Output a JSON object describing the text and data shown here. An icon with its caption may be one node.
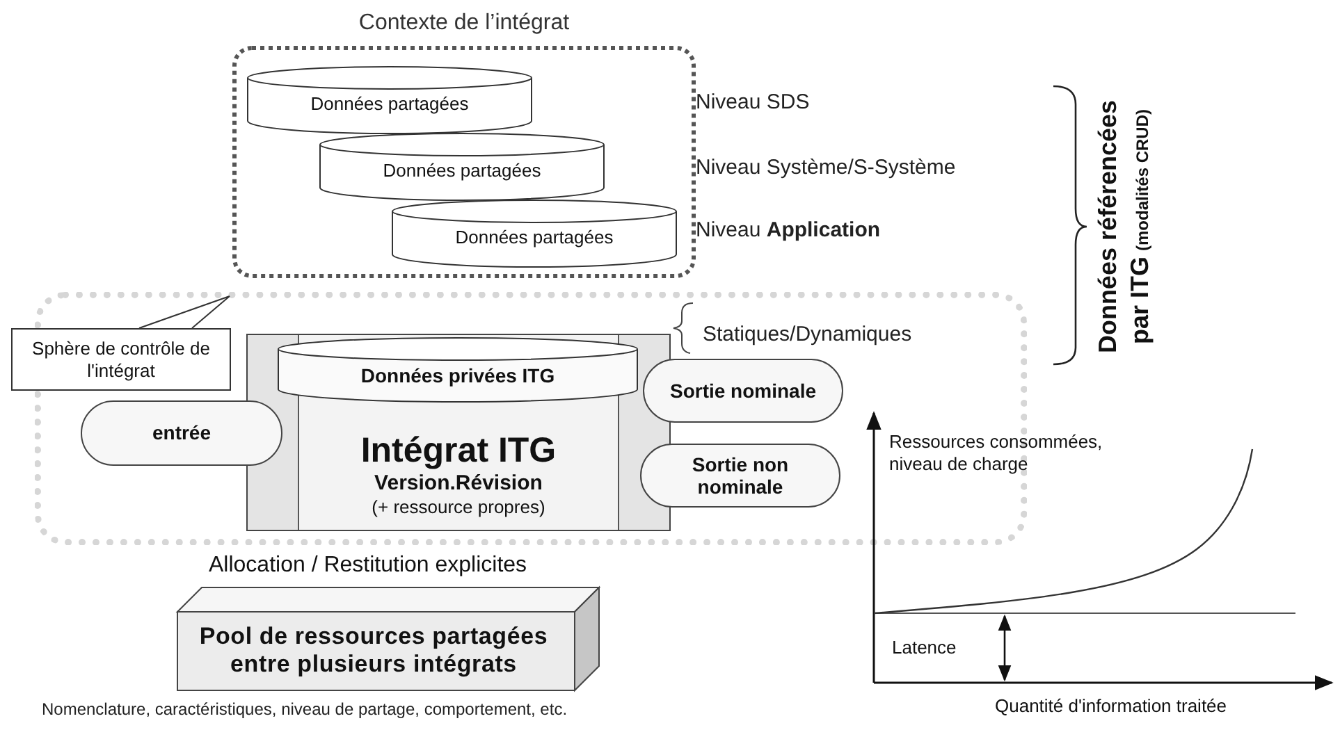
{
  "diagram": {
    "nodes": [
      {
        "text": [
          "Contexte de l’intégrat"
        ]
      },
      {
        "text": [
          "Données partagées"
        ],
        "in": 0
      },
      {
        "text": [
          "Données partagées"
        ],
        "in": 0
      },
      {
        "text": [
          "Données partagées"
        ],
        "in": 0
      },
      {
        "text": [],
        "shape": "box"
      },
      {
        "text": [
          "Sphère de contrôle de l'intégrat"
        ]
      },
      {
        "text": [
          "Intégrat ITG",
          "Version.Révision",
          "(+ ressource propres)"
        ],
        "in": 4
      },
      {
        "text": [
          "Données privées ITG"
        ],
        "in": 6
      },
      {
        "text": [
          "entrée"
        ],
        "in": 4
      },
      {
        "text": [
          "Sortie nominale"
        ],
        "in": 4
      },
      {
        "text": [
          "Sortie non nominale"
        ],
        "in": 4
      },
      {
        "text": [
          "Pool de ressources partagées entre plusieurs intégrats"
        ],
        "beside": [
          "Allocation / Restitution explicites",
          "Nomenclature, caractéristiques, niveau de partage, comportement, etc."
        ]
      }
    ],
    "edges": [
      {
        "from": 5,
        "to": 4,
        "arrow": "none"
      }
    ],
    "labels": [
      "Niveau SDS",
      "Niveau Système/S-Système",
      "Niveau **Application**",
      "Statiques/Dynamiques",
      "Données référencées",
      "par ITG",
      "(modalités CRUD)",
      "Ressources consommées, niveau de charge",
      "Latence",
      "Quantité d'information traitée"
    ]
  }
}
